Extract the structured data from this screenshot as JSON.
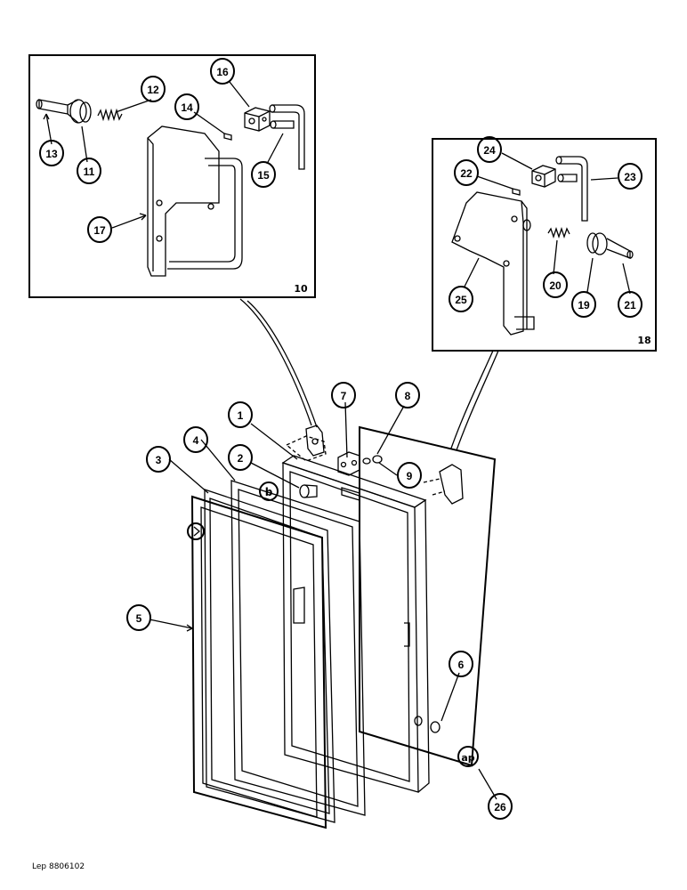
{
  "callouts": {
    "c1": "1",
    "c2": "2",
    "c3": "3",
    "c4": "4",
    "c5": "5",
    "c6": "6",
    "c7": "7",
    "c8": "8",
    "c9": "9",
    "c11": "11",
    "c12": "12",
    "c13": "13",
    "c14": "14",
    "c15": "15",
    "c16": "16",
    "c17": "17",
    "c19": "19",
    "c20": "20",
    "c21": "21",
    "c22": "22",
    "c23": "23",
    "c24": "24",
    "c25": "25",
    "c26": "26"
  },
  "detail_labels": {
    "left": "10",
    "right": "18"
  },
  "symbols": {
    "b": "b",
    "ap": "ap"
  },
  "reference": "Lep 8806102"
}
